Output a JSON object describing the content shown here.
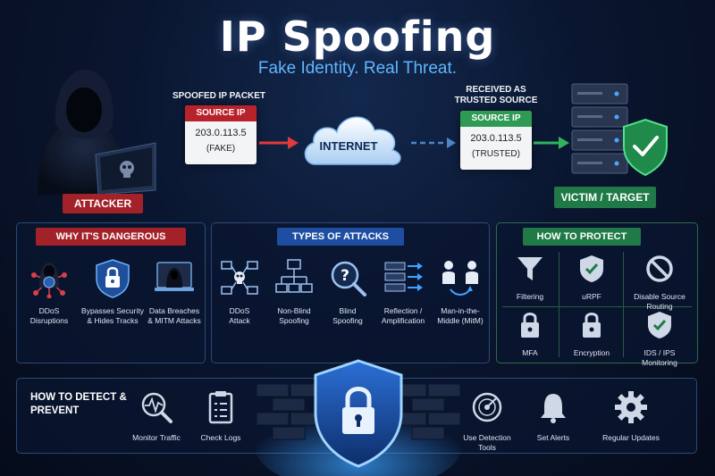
{
  "header": {
    "title": "IP Spoofing",
    "subtitle": "Fake Identity. Real Threat."
  },
  "flow": {
    "attacker_label": "ATTACKER",
    "spoofed_caption": "SPOOFED IP PACKET",
    "spoofed_packet": {
      "header": "SOURCE IP",
      "ip": "203.0.113.5",
      "note": "(FAKE)"
    },
    "internet_label": "INTERNET",
    "received_caption_line1": "RECEIVED AS",
    "received_caption_line2": "TRUSTED SOURCE",
    "received_packet": {
      "header": "SOURCE IP",
      "ip": "203.0.113.5",
      "note": "(TRUSTED)"
    },
    "victim_label": "VICTIM / TARGET"
  },
  "dangers": {
    "title": "WHY IT'S DANGEROUS",
    "items": [
      {
        "line1": "DDoS",
        "line2": "Disruptions",
        "icon": "network-hacker-icon"
      },
      {
        "line1": "Bypasses Security",
        "line2": "& Hides Tracks",
        "icon": "shield-lock-icon"
      },
      {
        "line1": "Data Breaches",
        "line2": "& MITM Attacks",
        "icon": "laptop-hacker-icon"
      }
    ]
  },
  "attacks": {
    "title": "TYPES OF ATTACKS",
    "items": [
      {
        "line1": "DDoS",
        "line2": "Attack",
        "icon": "botnet-icon"
      },
      {
        "line1": "Non-Blind",
        "line2": "Spoofing",
        "icon": "network-tree-icon"
      },
      {
        "line1": "Blind",
        "line2": "Spoofing",
        "icon": "question-magnifier-icon"
      },
      {
        "line1": "Reflection /",
        "line2": "Amplification",
        "icon": "servers-arrows-icon"
      },
      {
        "line1": "Man-in-the-",
        "line2": "Middle (MitM)",
        "icon": "people-exchange-icon"
      }
    ]
  },
  "protect": {
    "title": "HOW TO PROTECT",
    "items": [
      {
        "line1": "Filtering",
        "line2": "",
        "icon": "funnel-icon"
      },
      {
        "line1": "uRPF",
        "line2": "",
        "icon": "shield-check-icon"
      },
      {
        "line1": "Disable Source",
        "line2": "Routing",
        "icon": "block-icon"
      },
      {
        "line1": "MFA",
        "line2": "",
        "icon": "padlock-icon"
      },
      {
        "line1": "Encryption",
        "line2": "",
        "icon": "padlock-icon"
      },
      {
        "line1": "IDS / IPS",
        "line2": "Monitoring",
        "icon": "shield-check-icon"
      }
    ]
  },
  "detect": {
    "title_line1": "HOW TO DETECT &",
    "title_line2": "PREVENT",
    "items": [
      {
        "line1": "Monitor Traffic",
        "line2": "",
        "icon": "magnifier-pulse-icon"
      },
      {
        "line1": "Check Logs",
        "line2": "",
        "icon": "clipboard-icon"
      },
      {
        "line1": "Use Detection",
        "line2": "Tools",
        "icon": "radar-icon"
      },
      {
        "line1": "Set Alerts",
        "line2": "",
        "icon": "bell-icon"
      },
      {
        "line1": "Regular Updates",
        "line2": "",
        "icon": "gear-icon"
      }
    ]
  },
  "colors": {
    "accent_blue": "#5fb6ff",
    "danger_red": "#b8232b",
    "trusted_green": "#2f9a54",
    "panel_border": "#2c4978"
  }
}
